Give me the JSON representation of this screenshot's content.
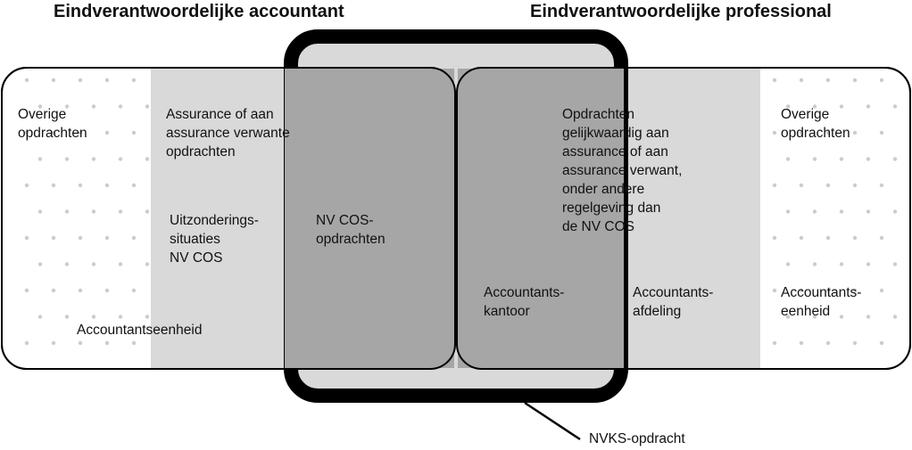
{
  "titles": {
    "left": "Eindverantwoordelijke accountant",
    "right": "Eindverantwoordelijke professional"
  },
  "labels": {
    "overige_left": "Overige\nopdrachten",
    "assurance": "Assurance of aan\nassurance verwante\nopdrachten",
    "uitzonderings": "Uitzonderings-\nsituaties\nNV COS",
    "nvcos": "NV COS-\nopdrachten",
    "accountantseenheid_left": "Accountantseenheid",
    "gelijkwaardig": "Opdrachten\ngelijkwaardig aan\nassurance of aan\nassurance verwant,\nonder andere\nregelgeving dan\nde NV COS",
    "accountantskantoor": "Accountants-\nkantoor",
    "accountantsafdeling": "Accountants-\nafdeling",
    "overige_right": "Overige\nopdrachten",
    "accountantseenheid_right": "Accountants-\neenheid",
    "nvks": "NVKS-opdracht"
  },
  "colors": {
    "light_fill": "#d9d9d9",
    "dark_fill": "#a6a6a6",
    "outline": "#000000",
    "dots": "#cccccc"
  }
}
